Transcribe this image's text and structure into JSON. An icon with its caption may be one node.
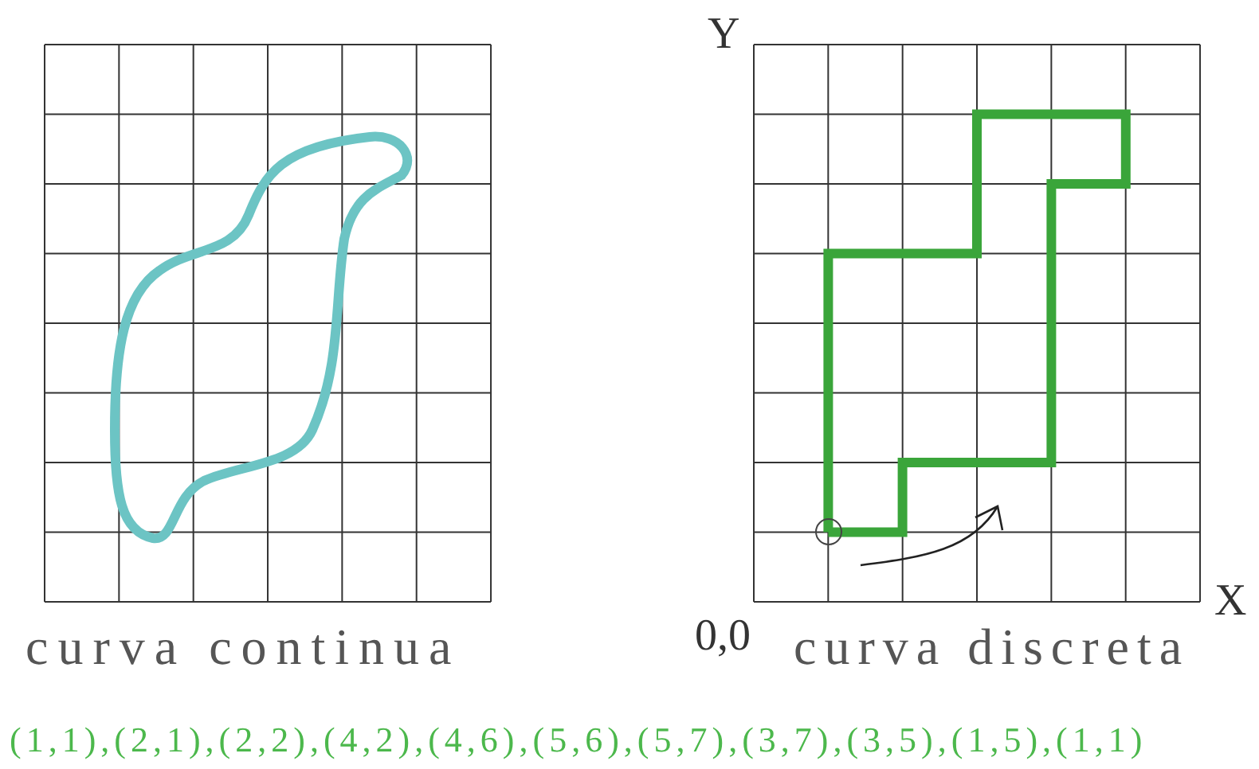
{
  "diagram": {
    "labels": [
      "curva continua",
      "Y",
      "X",
      "0,0",
      "curva discreta",
      "(1,1),(2,1),(2,2),(4,2),(4,6),(5,6),(5,7),(3,7),(3,5),(1,5),(1,1)"
    ]
  }
}
